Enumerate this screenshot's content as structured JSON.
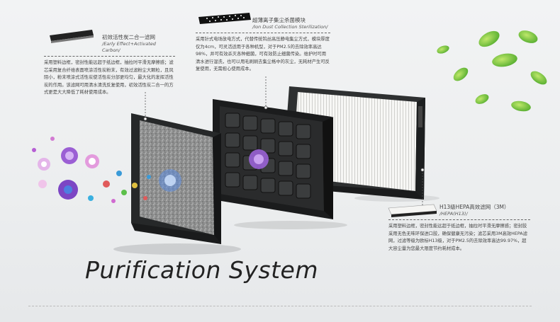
{
  "callouts": {
    "primary": {
      "title": "初效活性炭二合一滤网",
      "subtitle": "/Early Effect+Activated Carbon/",
      "body": "采用塑料边框，密封性能远超于纸边框，抽拉时平滑无摩擦感；滤芯采用复合纤维表面喷涂活性炭粉末，有效过滤粉尘大颗粒，且风阻小，粉末喷涂式活性炭使活性炭分部更均匀，最大化的发挥活性炭的作用。该滤网可用清水清洗反复使用，初效活性炭二合一的方式更是大大降低了耗材使用成本。"
    },
    "ion": {
      "title": "超薄离子集尘杀菌模块",
      "subtitle": "/Ion Dust Collection Sterilization/",
      "body": "采用针式电场放电方式，代替传统钨丝高压静电集尘方式，模块厚度仅为4cm，可灵活适用于各种机型，对于PM2.5的去除效率高达98%，并可有效杀灭各种细菌，可有效防止细菌传染。维护时可用清水进行湿洗，也可以用毛刷刷去集尘格中的灰尘，无耗材产生可反复使用，无需担心使用成本。"
    },
    "hepa": {
      "title": "H13级HEPA高效滤网（3M）",
      "subtitle": "/HEPA(H13)/",
      "body": "采用塑料边框，密封性能远超于纸边框，抽拉时平滑无摩擦感；密封胶采用无色无味环保进口胶，确保健康无污染；滤芯采用3M高效HEPA滤网，过滤等级为欧标H13级，对于PM2.5的去除效率高达99.97%，超大容尘量为您最大限度节约耗材成本。"
    }
  },
  "headline": "Purification System"
}
